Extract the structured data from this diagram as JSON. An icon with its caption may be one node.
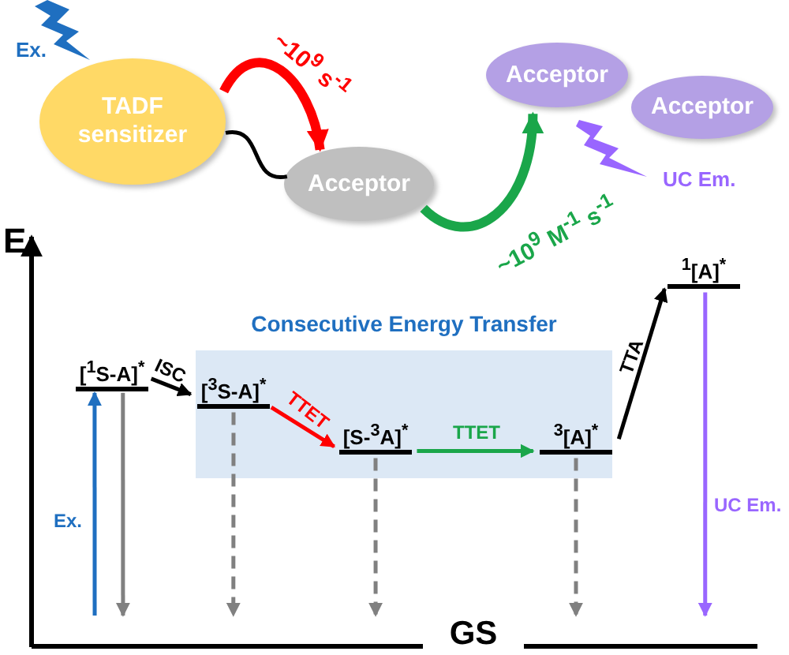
{
  "diagram": {
    "nodes": [
      {
        "text": [
          "TADF sensitizer"
        ]
      },
      {
        "text": [
          "Acceptor"
        ]
      },
      {
        "text": [
          "Acceptor"
        ]
      },
      {
        "text": [
          "Acceptor"
        ]
      },
      {
        "text": [
          "[$^{1}$S-A]$^{*}$"
        ]
      },
      {
        "text": [
          "Consecutive Energy Transfer"
        ]
      },
      {
        "text": [
          "[$^{3}$S-A]$^{*}$"
        ],
        "in": 5
      },
      {
        "text": [
          "[S-$^{3}$A]$^{*}$"
        ],
        "in": 5
      },
      {
        "text": [
          "$^{3}$[A]$^{*}$"
        ],
        "in": 5
      },
      {
        "text": [
          "$^{1}$[A]$^{*}$"
        ]
      },
      {
        "text": [
          "GS"
        ]
      }
    ],
    "edges": [
      {
        "from": 0,
        "to": 1,
        "arrow": "none",
        "color": "#000000"
      },
      {
        "from": 0,
        "to": 1,
        "arrow": "to",
        "label": "~10$^{9}$ s$^{-1}$",
        "style": "thick",
        "color": "#ff0000"
      },
      {
        "from": 1,
        "to": 2,
        "arrow": "to",
        "label": "~10$^{9}$ M$^{-1}$ s$^{-1}$",
        "style": "thick",
        "color": "#1aa64a"
      },
      {
        "from": 10,
        "to": 4,
        "arrow": "to",
        "label": "Ex.",
        "color": "#1f6fc0"
      },
      {
        "from": 4,
        "to": 10,
        "arrow": "to",
        "color": "#808080"
      },
      {
        "from": 4,
        "to": 6,
        "arrow": "to",
        "label": "ISC",
        "color": "#000000"
      },
      {
        "from": 6,
        "to": 7,
        "arrow": "to",
        "label": "TTET",
        "color": "#ff0000"
      },
      {
        "from": 7,
        "to": 8,
        "arrow": "to",
        "label": "TTET",
        "color": "#1aa64a"
      },
      {
        "from": 8,
        "to": 9,
        "arrow": "to",
        "label": "TTA",
        "color": "#000000"
      },
      {
        "from": 9,
        "to": 10,
        "arrow": "to",
        "label": "UC Em.",
        "color": "#9966ff"
      },
      {
        "from": 6,
        "to": 10,
        "arrow": "to",
        "style": "dashed",
        "color": "#808080"
      },
      {
        "from": 7,
        "to": 10,
        "arrow": "to",
        "style": "dashed",
        "color": "#808080"
      },
      {
        "from": 8,
        "to": 10,
        "arrow": "to",
        "style": "dashed",
        "color": "#808080"
      }
    ],
    "labels": [
      "Ex.",
      "UC Em.",
      "E"
    ]
  }
}
